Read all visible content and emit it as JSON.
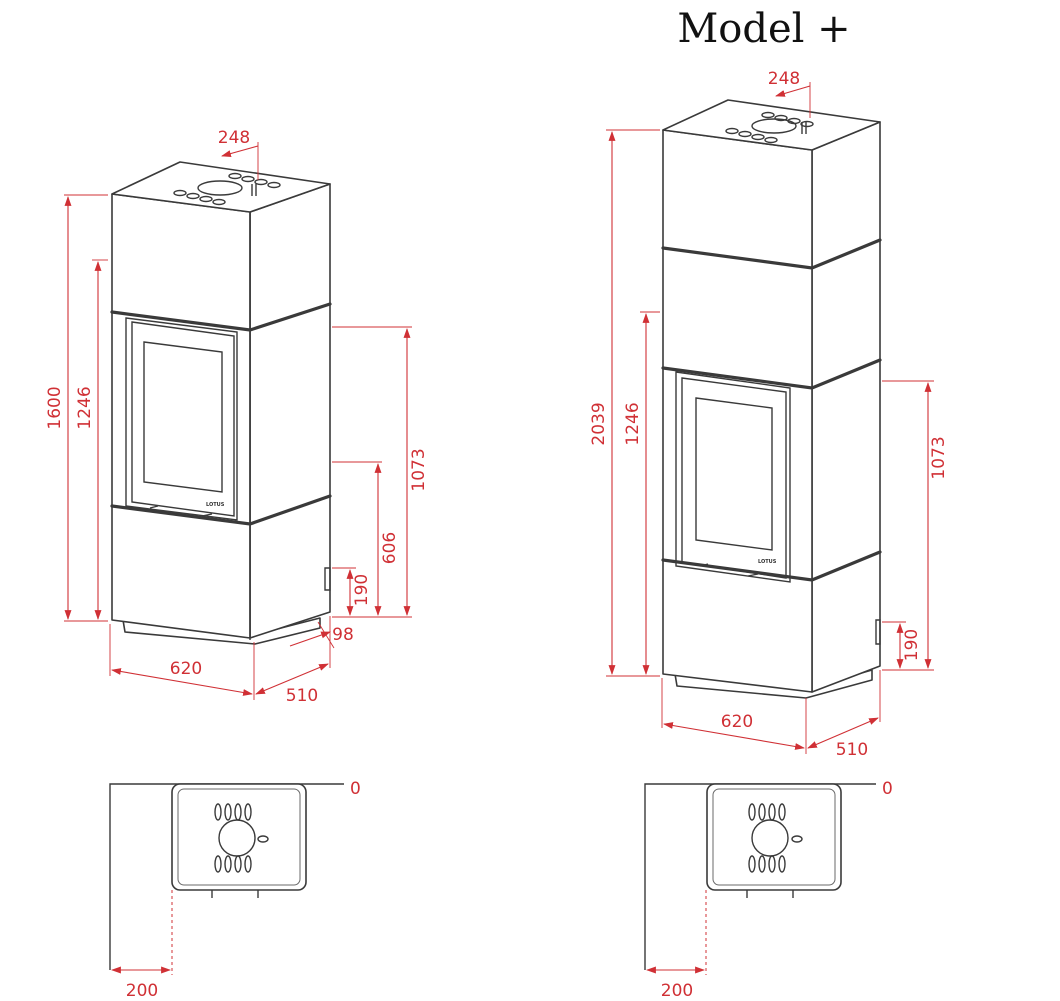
{
  "title": "Model +",
  "colors": {
    "dimension": "#d03035",
    "outline": "#3a3a3a"
  },
  "logo_text": "LOTUS",
  "standard": {
    "dims": {
      "flue_offset": "248",
      "total_height": "1600",
      "flue_height": "1246",
      "outlet_height": "1073",
      "inlet_height": "606",
      "air_height": "190",
      "air_offset": "98",
      "width": "620",
      "depth": "510"
    },
    "plan": {
      "wall_zero": "0",
      "wall_distance": "200"
    }
  },
  "plus": {
    "dims": {
      "flue_offset": "248",
      "total_height": "2039",
      "flue_height": "1246",
      "outlet_height": "1073",
      "air_height": "190",
      "width": "620",
      "depth": "510"
    },
    "plan": {
      "wall_zero": "0",
      "wall_distance": "200"
    }
  }
}
